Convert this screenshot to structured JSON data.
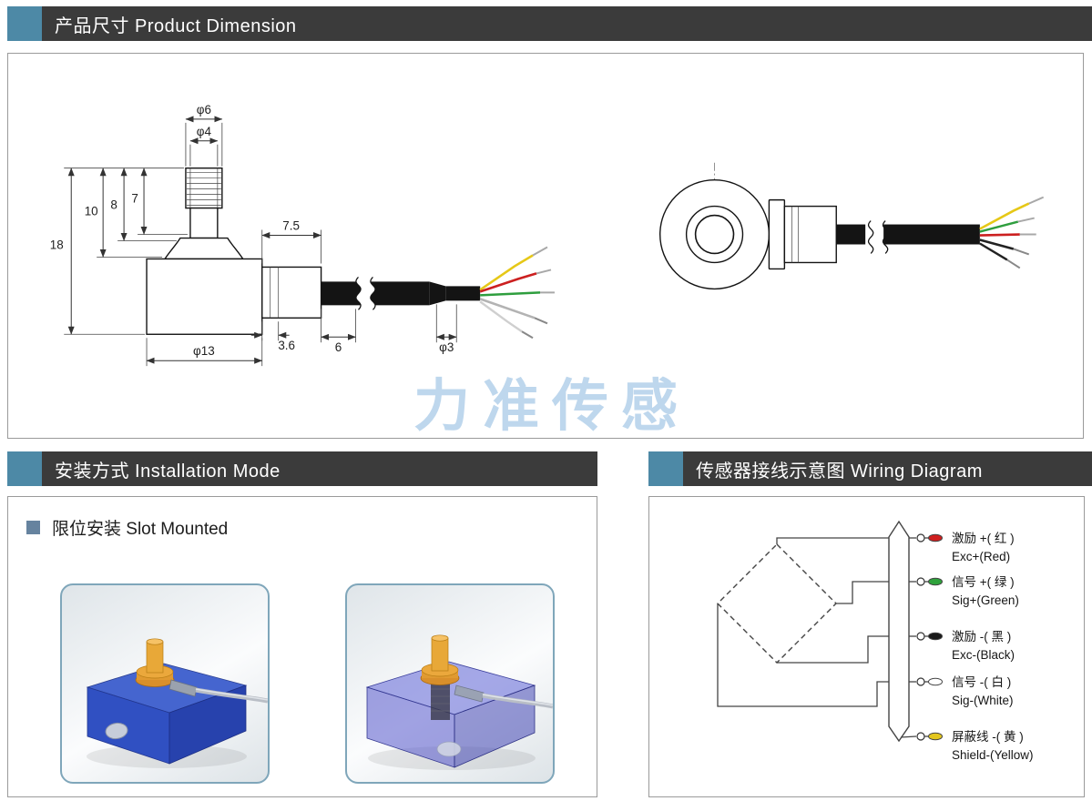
{
  "product_dimension": {
    "title": "产品尺寸 Product Dimension"
  },
  "installation": {
    "title": "安装方式 Installation Mode",
    "subtitle": "限位安装 Slot Mounted"
  },
  "wiring": {
    "title": "传感器接线示意图 Wiring Diagram",
    "wires": [
      {
        "cn": "激励 +( 红 )",
        "en": "Exc+(Red)",
        "color": "#cf1f1f"
      },
      {
        "cn": "信号 +( 绿 )",
        "en": "Sig+(Green)",
        "color": "#2fa23c"
      },
      {
        "cn": "激励 -( 黑 )",
        "en": "Exc-(Black)",
        "color": "#1a1a1a"
      },
      {
        "cn": "信号 -( 白 )",
        "en": "Sig-(White)",
        "color": "#ffffff"
      },
      {
        "cn": "屏蔽线 -( 黄 )",
        "en": "Shield-(Yellow)",
        "color": "#e3c61e"
      }
    ]
  },
  "watermark": "力准传感",
  "drawing": {
    "dims": {
      "phi6": "φ6",
      "phi4": "φ4",
      "h7": "7",
      "h8": "8",
      "h10": "10",
      "h18": "18",
      "w75": "7.5",
      "w36": "3.6",
      "l6": "6",
      "phi3": "φ3",
      "phi13": "φ13"
    }
  },
  "colors": {
    "header_bg": "#3b3b3b",
    "accent": "#4d89a6",
    "watermark": "#96bfe2",
    "body_blue": "#3050c2"
  }
}
